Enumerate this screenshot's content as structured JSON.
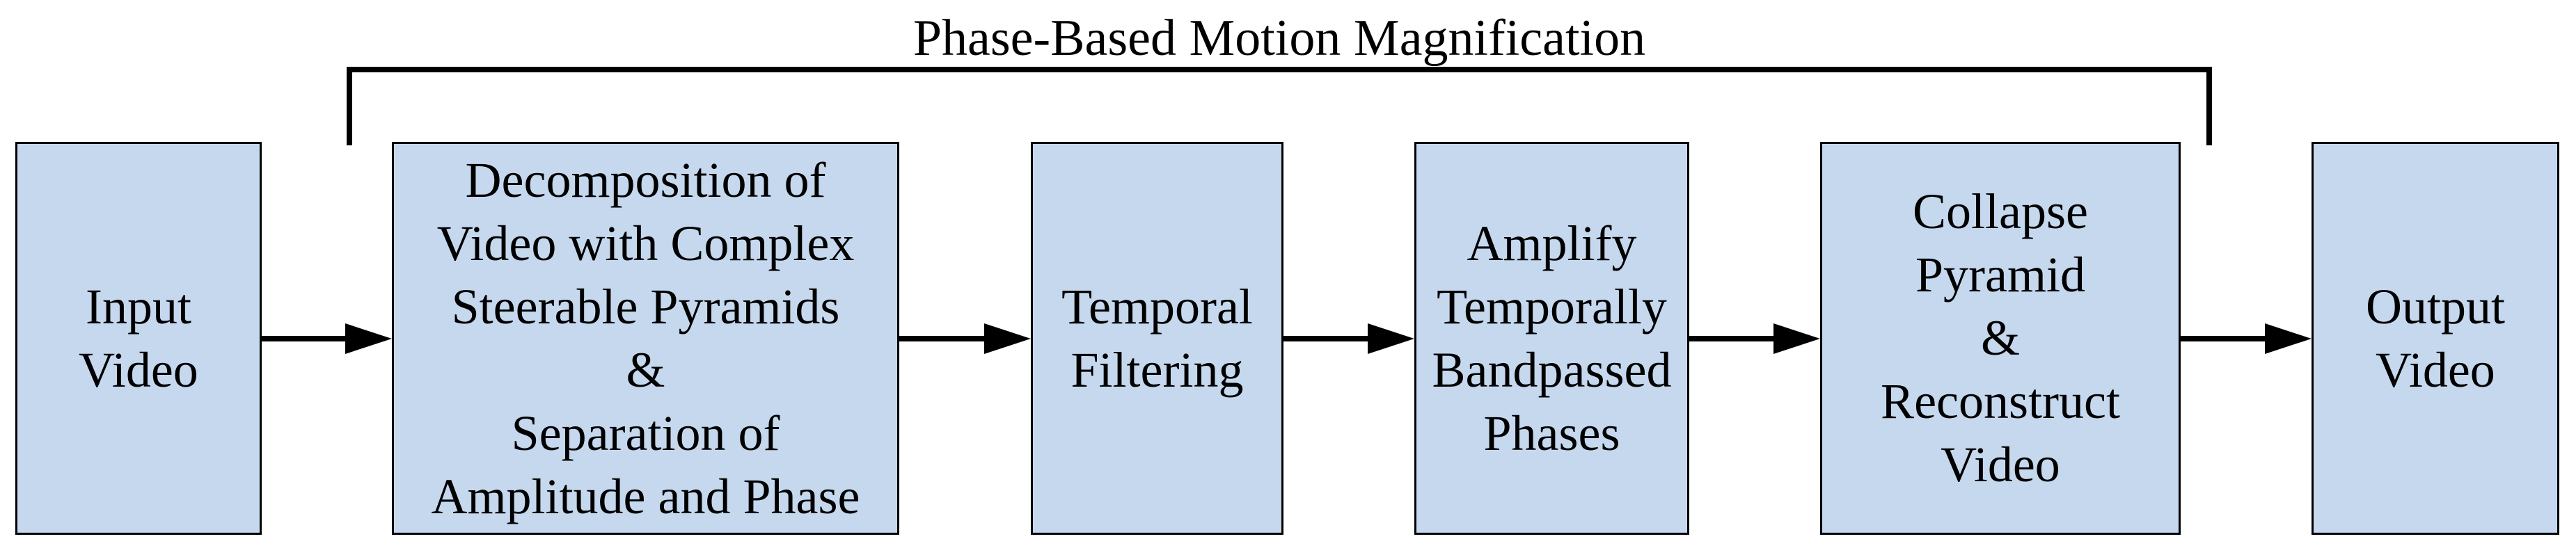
{
  "diagram": {
    "title": "Phase-Based Motion Magnification",
    "boxes": [
      {
        "id": "input-video",
        "label": "Input\nVideo"
      },
      {
        "id": "decomposition",
        "label": "Decomposition of\nVideo with Complex\nSteerable Pyramids\n&\nSeparation of\nAmplitude and Phase"
      },
      {
        "id": "temporal-filtering",
        "label": "Temporal\nFiltering"
      },
      {
        "id": "amplify-phases",
        "label": "Amplify\nTemporally\nBandpassed\nPhases"
      },
      {
        "id": "collapse-pyramid",
        "label": "Collapse\nPyramid\n&\nReconstruct\nVideo"
      },
      {
        "id": "output-video",
        "label": "Output\nVideo"
      }
    ],
    "colors": {
      "box_fill": "#c5d8ee",
      "box_border": "#000000",
      "line": "#000000",
      "text": "#000000",
      "background": "#ffffff"
    }
  }
}
